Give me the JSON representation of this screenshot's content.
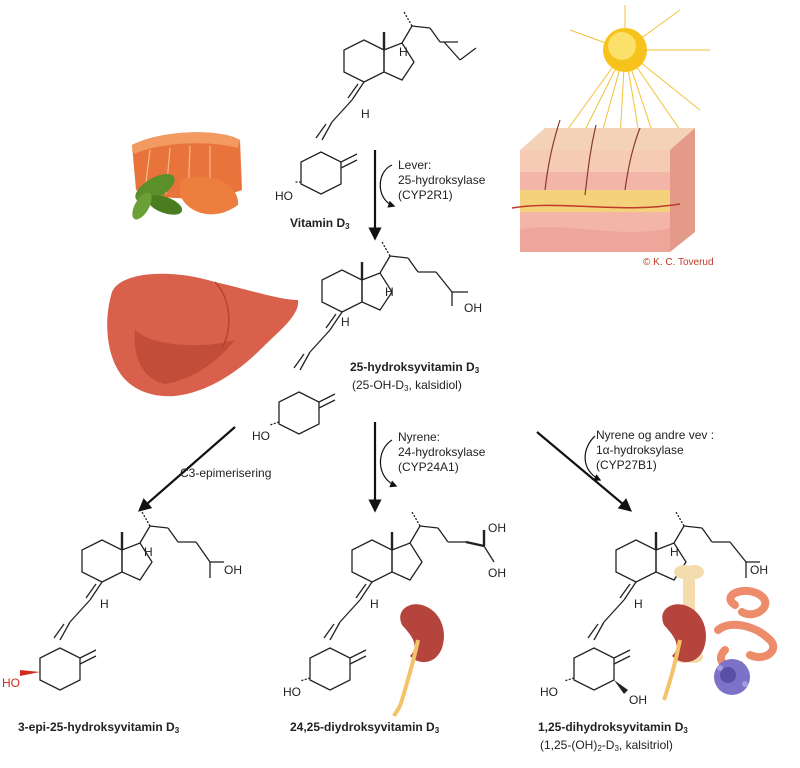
{
  "compounds": {
    "vitd3": {
      "name": "Vitamin D",
      "sub": "3"
    },
    "calcidiol": {
      "name": "25-hydroksyvitamin D",
      "sub": "3",
      "note_a": "(25-OH-D",
      "note_sub": "3",
      "note_b": ", kalsidiol)"
    },
    "epi": {
      "name": "3-epi-25-hydroksyvitamin D",
      "sub": "3"
    },
    "diol2425": {
      "name": "24,25-diydroksyvitamin D",
      "sub": "3"
    },
    "calcitriol": {
      "name": "1,25-dihydroksyvitamin D",
      "sub": "3",
      "note_a": "(1,25-(OH)",
      "note_sub": "2",
      "note_b": "-D",
      "note_sub2": "3",
      "note_c": ", kalsitriol)"
    }
  },
  "steps": {
    "liver": [
      "Lever:",
      "25-hydroksylase",
      "(CYP2R1)"
    ],
    "epimer": "C3-epimerisering",
    "kidney24": [
      "Nyrene:",
      "24-hydroksylase",
      "(CYP24A1)"
    ],
    "kidney1a": [
      "Nyrene og andre vev :",
      "1α-hydroksylase",
      "(CYP27B1)"
    ]
  },
  "atoms": {
    "H": "H",
    "OH": "OH",
    "HO": "HO"
  },
  "credit": "© K. C. Toverud",
  "colors": {
    "salmon": "#e8743b",
    "liver": "#d9604a",
    "kidney": "#b5443d",
    "skin": "#f2b5a8",
    "sun": "#f7c21b",
    "epi_ho": "#d22a1e"
  },
  "illustrations": [
    "salmon-with-basil",
    "sun-over-skin-cross-section",
    "liver",
    "kidney-with-ureter",
    "kidney-bone-intestine-immune-cell"
  ]
}
